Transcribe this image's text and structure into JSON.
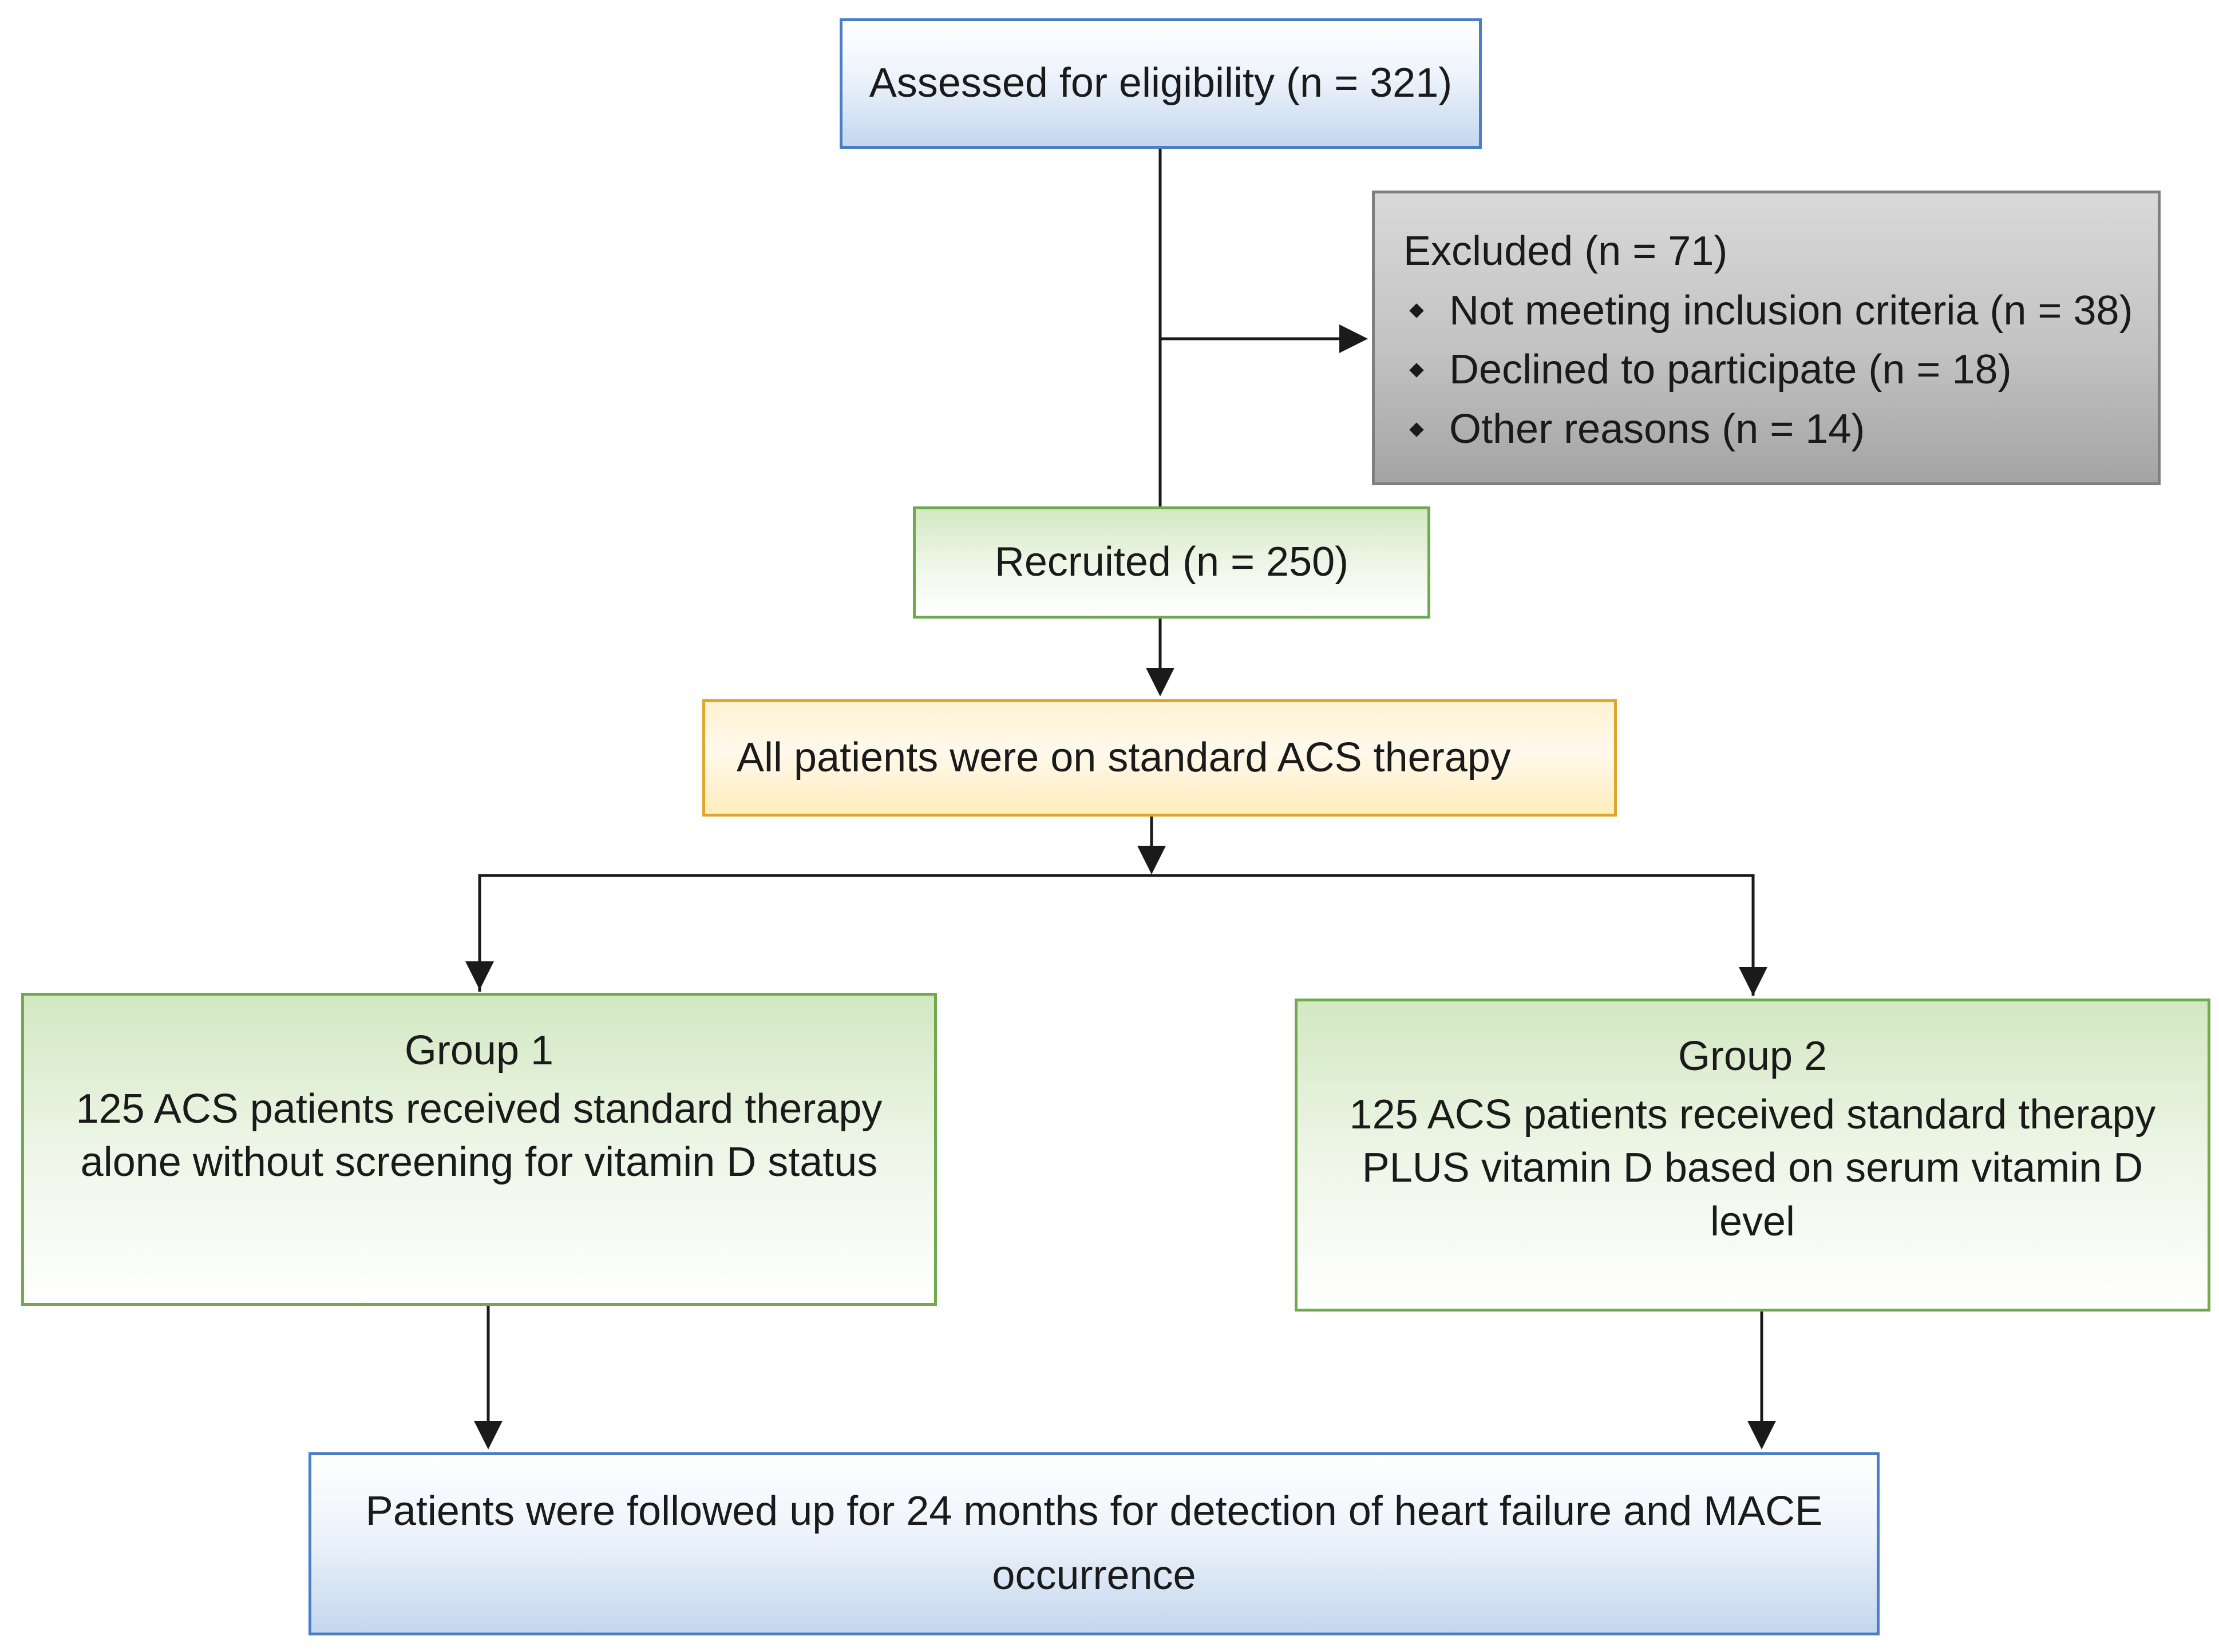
{
  "assessed": {
    "text": "Assessed for eligibility (n = 321)"
  },
  "excluded": {
    "title": "Excluded (n = 71)",
    "items": [
      "Not meeting inclusion criteria (n = 38)",
      "Declined to participate (n = 18)",
      "Other reasons (n = 14)"
    ]
  },
  "recruited": {
    "text": "Recruited (n = 250)"
  },
  "therapy": {
    "text": "All patients were on standard ACS therapy"
  },
  "group1": {
    "title": "Group 1",
    "description": "125 ACS patients received standard therapy alone without screening for vitamin D status"
  },
  "group2": {
    "title": "Group 2",
    "description": "125 ACS patients received standard therapy PLUS vitamin D based on serum vitamin D level"
  },
  "followup": {
    "text": "Patients were followed up for 24 months for detection of heart failure and MACE occurrence"
  },
  "colors": {
    "blue_border": "#4a7fc6",
    "green_border": "#70a94e",
    "yellow_border": "#e0a52c",
    "grey_border": "#7f7f7f",
    "line": "#1a1a1a"
  }
}
